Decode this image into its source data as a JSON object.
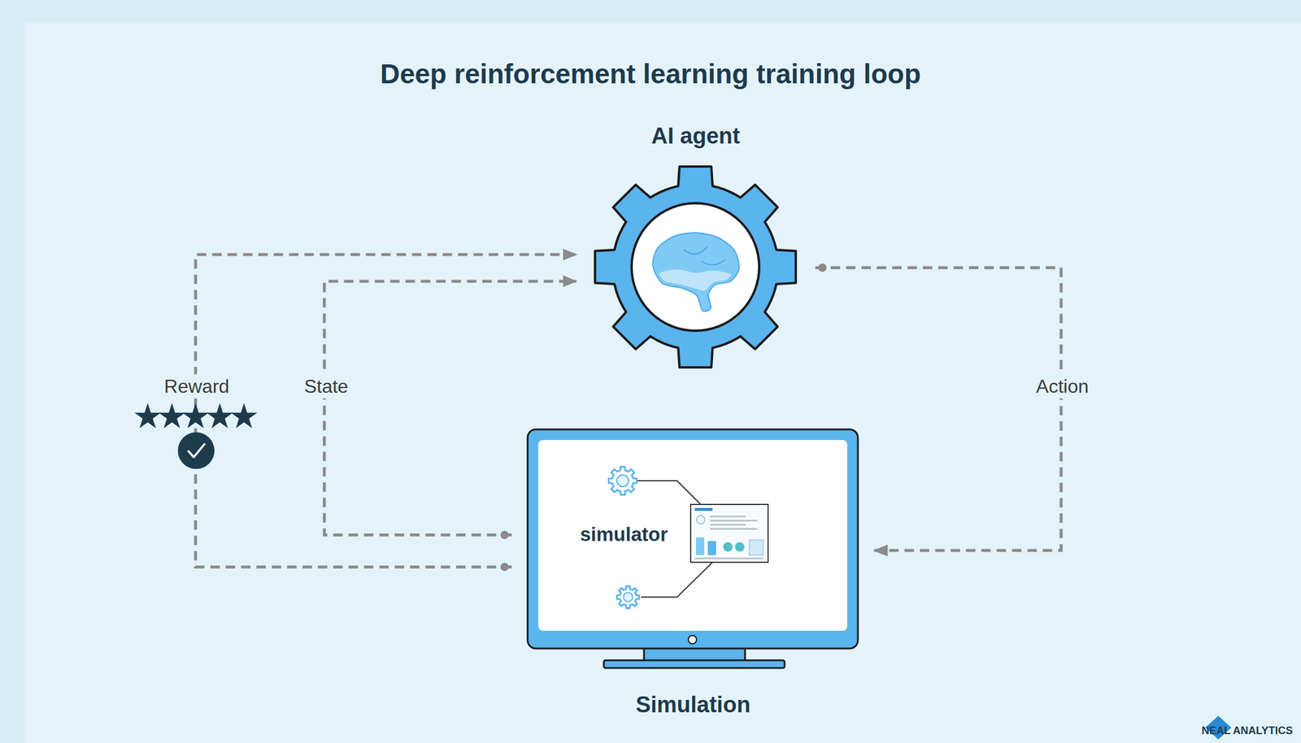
{
  "diagram": {
    "title": "Deep reinforcement learning training loop",
    "nodes": [
      {
        "text": [
          "AI agent"
        ]
      },
      {
        "text": [
          "simulator",
          "Simulation"
        ]
      }
    ],
    "edges": [
      {
        "from": 1,
        "to": 0,
        "label": "Reward",
        "arrow": "to"
      },
      {
        "from": 1,
        "to": 0,
        "label": "State",
        "arrow": "to"
      },
      {
        "from": 0,
        "to": 1,
        "label": "Action",
        "arrow": "to"
      }
    ],
    "labels": [
      "NEAL ANALYTICS"
    ]
  }
}
